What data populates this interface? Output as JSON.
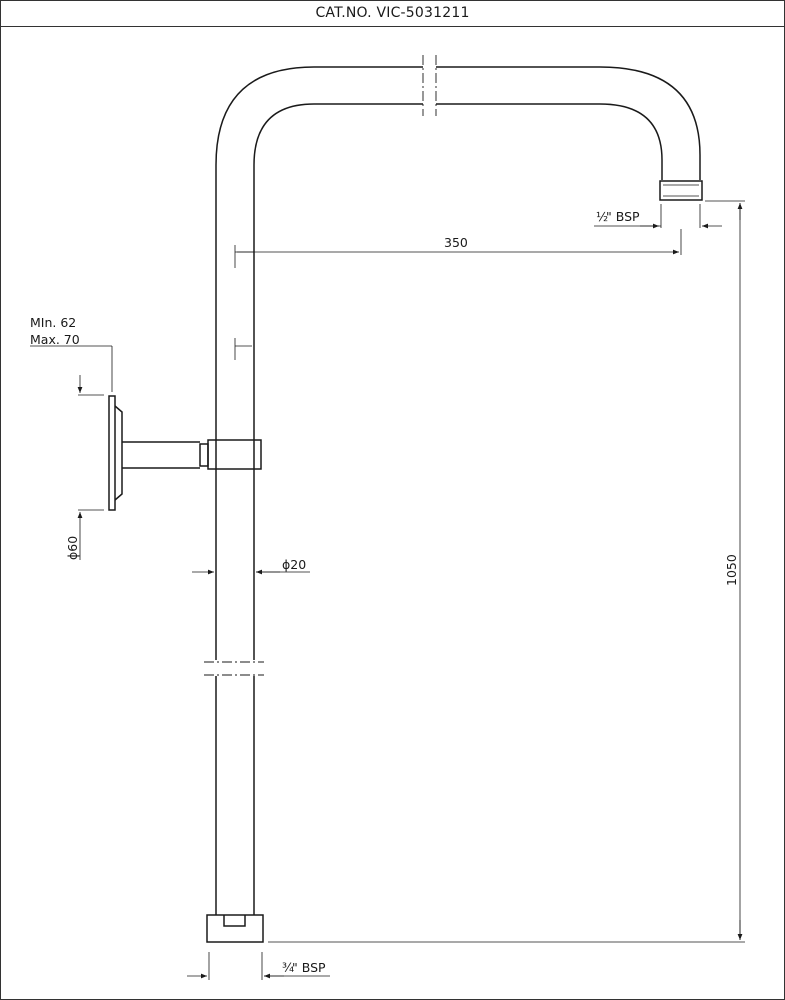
{
  "header": {
    "title": "CAT.NO. VIC-5031211"
  },
  "dimensions": {
    "top_outlet": {
      "fraction": "½",
      "suffix": "\" BSP"
    },
    "arm_length": "350",
    "wall_min": "MIn. 62",
    "wall_max": "Max. 70",
    "flange_diameter": "ϕ60",
    "pipe_diameter": "ϕ20",
    "height": "1050",
    "bottom_inlet": {
      "fraction": "¾",
      "suffix": "\" BSP"
    }
  }
}
